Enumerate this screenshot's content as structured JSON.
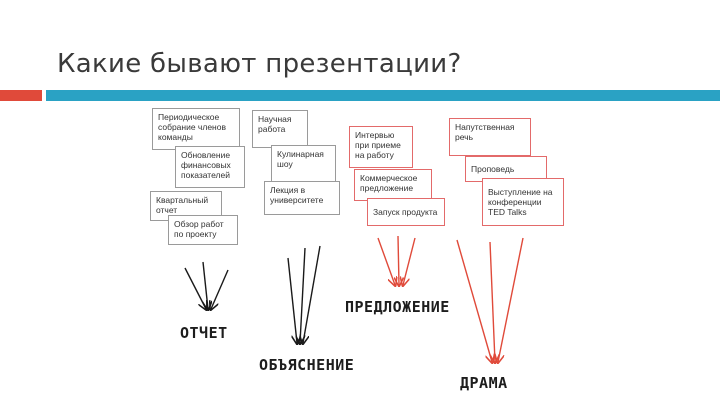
{
  "title": "Какие бывают презентации?",
  "colors": {
    "accent_red": "#e04a3a",
    "accent_blue": "#2aa2c4",
    "box_gray": "#9a9a9a",
    "box_red": "#e36a6a"
  },
  "boxes": {
    "periodic": "Периодическое собрание членов команды",
    "finance": "Обновление финансовых показателей",
    "quarterly": "Квартальный отчет",
    "review": "Обзор работ по проекту",
    "science": "Научная работа",
    "cooking": "Кулинарная шоу",
    "lecture": "Лекция в университете",
    "interview": "Интервью при приеме на работу",
    "commercial": "Коммерческое предложение",
    "launch": "Запуск продукта",
    "toast": "Напутственная речь",
    "sermon": "Проповедь",
    "ted": "Выступление на конференции TED Talks"
  },
  "categories": {
    "report": "ОТЧЕТ",
    "explanation": "ОБЪЯСНЕНИЕ",
    "proposal": "ПРЕДЛОЖЕНИЕ",
    "drama": "ДРАМА"
  }
}
